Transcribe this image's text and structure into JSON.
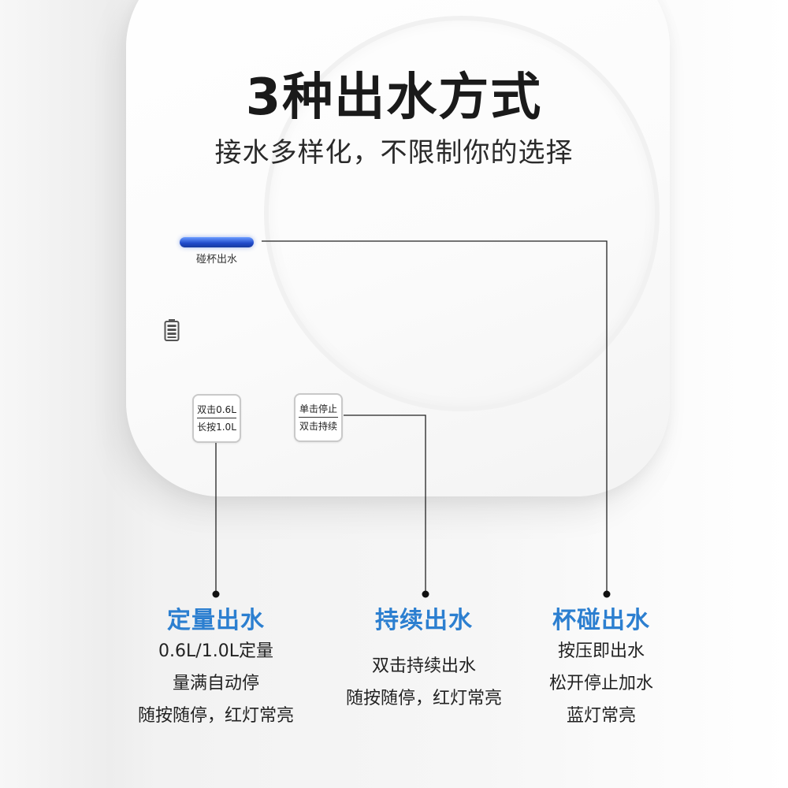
{
  "header": {
    "title": "3种出水方式",
    "subtitle": "接水多样化，不限制你的选择"
  },
  "device": {
    "cup_touch_label": "碰杯出水",
    "accent_color": "#1f49c9",
    "icons": [
      "battery-icon"
    ],
    "buttons": {
      "quantitative": {
        "line1": "双击0.6L",
        "line2": "长按1.0L"
      },
      "continuous": {
        "line1": "单击停止",
        "line2": "双击持续"
      }
    }
  },
  "features": {
    "quantitative": {
      "title": "定量出水",
      "lines": [
        "0.6L/1.0L定量",
        "量满自动停",
        "随按随停，红灯常亮"
      ]
    },
    "continuous": {
      "title": "持续出水",
      "lines": [
        "双击持续出水",
        "随按随停，红灯常亮"
      ]
    },
    "cup_touch": {
      "title": "杯碰出水",
      "lines": [
        "按压即出水",
        "松开停止加水",
        "蓝灯常亮"
      ]
    },
    "title_color": "#2c7fd0"
  }
}
